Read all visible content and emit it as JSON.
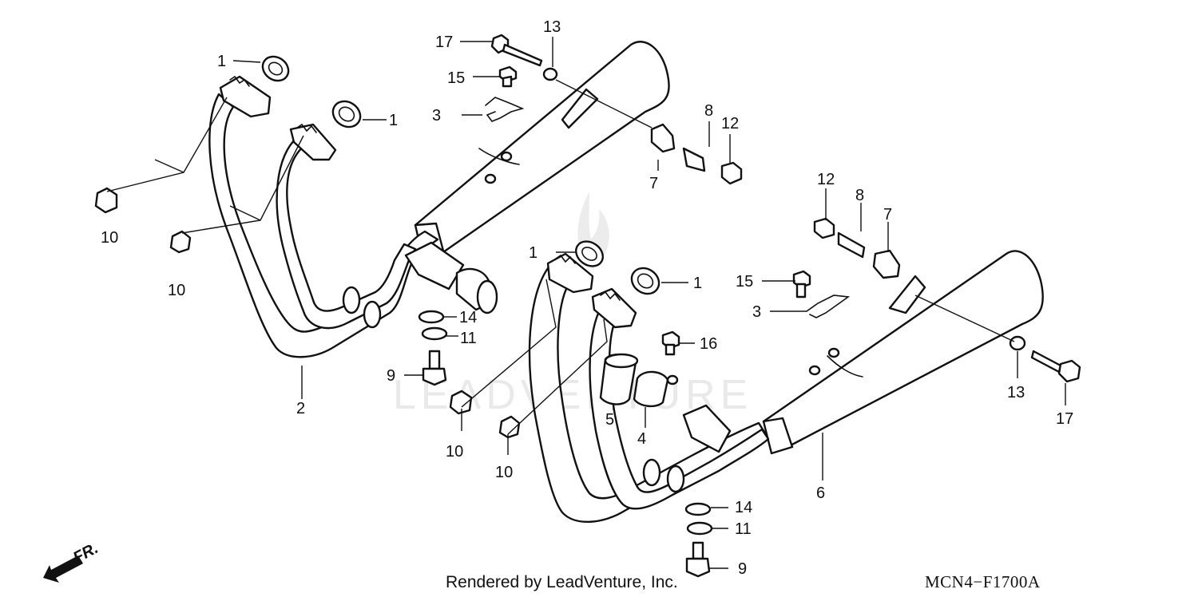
{
  "watermark": "LEADVENTURE",
  "footer": {
    "credit": "Rendered by LeadVenture, Inc.",
    "diagram_code": "MCN4−F1700A"
  },
  "direction_label": "FR.",
  "callouts": {
    "c1_gasket_a": "1",
    "c1_gasket_b": "1",
    "c1_gasket_c": "1",
    "c1_gasket_d": "1",
    "c2_left_exhaust": "2",
    "c3_left_clip": "3",
    "c3_right_clip": "3",
    "c4_band": "4",
    "c5_sleeve": "5",
    "c6_right_exhaust": "6",
    "c7_left_rubber": "7",
    "c7_right_rubber": "7",
    "c8_left_collar": "8",
    "c8_right_collar": "8",
    "c9_left_bolt": "9",
    "c9_right_bolt": "9",
    "c10_left_a": "10",
    "c10_left_b": "10",
    "c10_right_a": "10",
    "c10_right_b": "10",
    "c11_left_washer": "11",
    "c11_right_washer": "11",
    "c12_left_nut": "12",
    "c12_right_nut": "12",
    "c13_left_washer": "13",
    "c13_right_washer": "13",
    "c14_left_washer": "14",
    "c14_right_washer": "14",
    "c15_left_bolt": "15",
    "c15_right_bolt": "15",
    "c16_bolt": "16",
    "c17_left_bolt": "17",
    "c17_right_bolt": "17"
  }
}
